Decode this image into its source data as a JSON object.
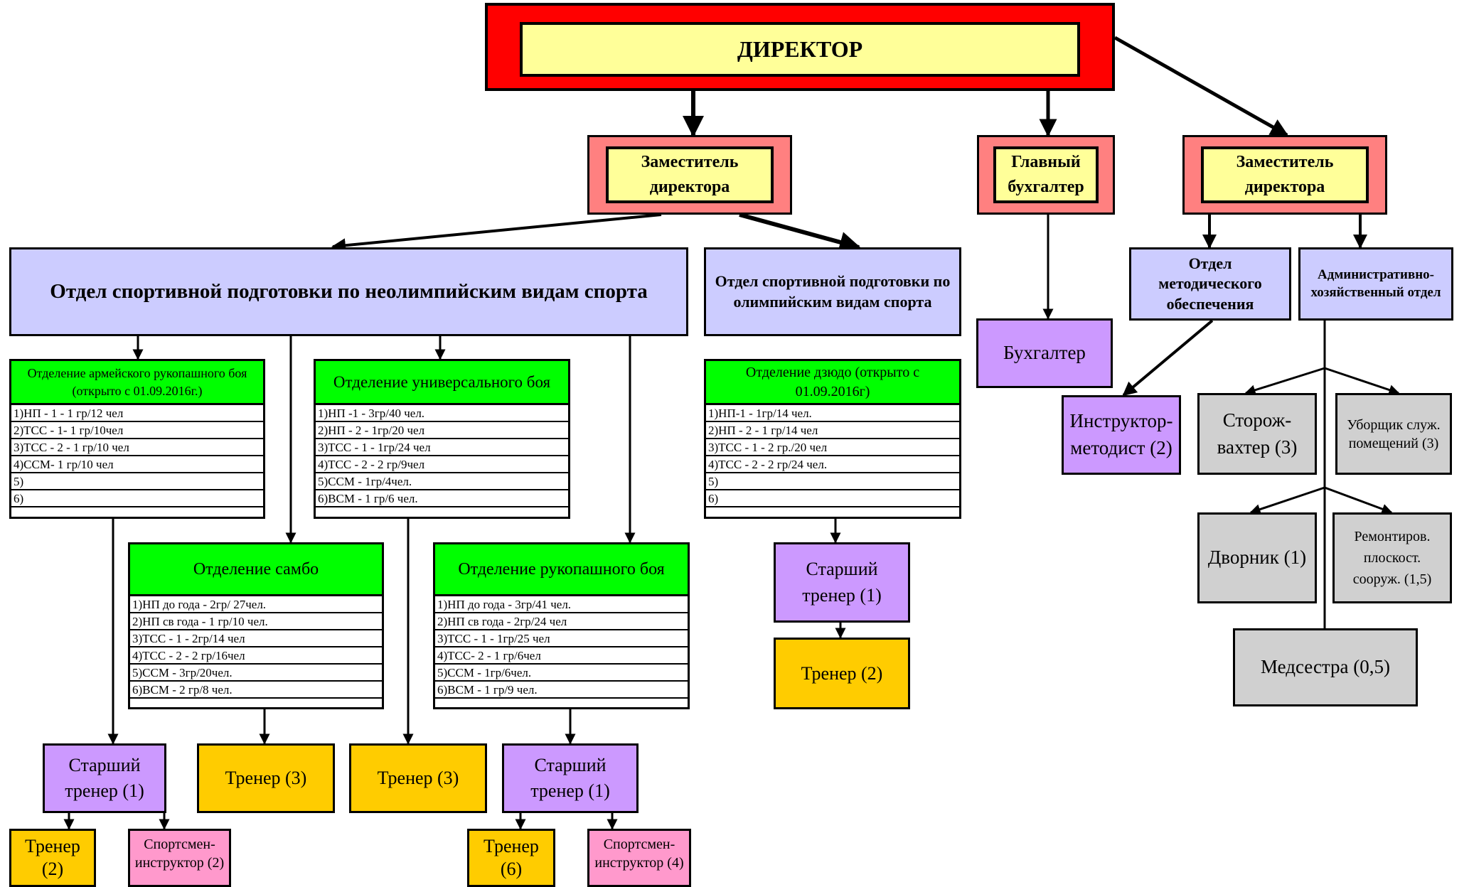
{
  "director": "ДИРЕКТОР",
  "deputy_left": "Заместитель директора",
  "chief_accountant": "Главный бухгалтер",
  "deputy_right": "Заместитель директора",
  "dept_nonolympic": "Отдел спортивной подготовки по неолимпийским видам спорта",
  "dept_olympic": "Отдел спортивной подготовки по олимпийским видам спорта",
  "accountant": "Бухгалтер",
  "dept_methodical": "Отдел методического обеспечения",
  "dept_admin": "Административно-хозяйственный отдел",
  "instructor_methodist": "Инструктор-методист (2)",
  "watchman": "Сторож-вахтер (3)",
  "cleaner": "Уборщик служ. помещений (3)",
  "janitor": "Дворник (1)",
  "repairer": "Ремонтиров. плоскост. сооруж. (1,5)",
  "nurse": "Медсестра (0,5)",
  "sections": {
    "army": {
      "title": "Отделение армейского рукопашного боя (открыто с 01.09.2016г.)",
      "rows": [
        "1)НП - 1 - 1 гр/12 чел",
        "2)ТСС - 1- 1 гр/10чел",
        "3)ТСС - 2 - 1 гр/10 чел",
        "4)ССМ- 1 гр/10 чел",
        "5)",
        "6)"
      ]
    },
    "universal": {
      "title": "Отделение универсального боя",
      "rows": [
        "1)НП -1 - 3гр/40 чел.",
        "2)НП - 2 - 1гр/20 чел",
        "3)ТСС - 1 - 1гр/24 чел",
        "4)ТСС - 2 - 2 гр/9чел",
        "5)ССМ - 1гр/4чел.",
        "6)ВСМ - 1 гр/6 чел."
      ]
    },
    "judo": {
      "title": "Отделение дзюдо (открыто с 01.09.2016г)",
      "rows": [
        "1)НП-1 - 1гр/14 чел.",
        "2)НП - 2 - 1 гр/14 чел",
        "3)ТСС - 1 - 2 гр./20 чел",
        "4)ТСС - 2 - 2 гр/24 чел.",
        "5)",
        "6)"
      ]
    },
    "sambo": {
      "title": "Отделение самбо",
      "rows": [
        "1)НП до года - 2гр/ 27чел.",
        "2)НП св года - 1 гр/10 чел.",
        "3)ТСС - 1 - 2гр/14 чел",
        "4)ТСС - 2 - 2 гр/16чел",
        "5)ССМ - 3гр/20чел.",
        "6)ВСМ - 2 гр/8 чел."
      ]
    },
    "hand_to_hand": {
      "title": "Отделение рукопашного боя",
      "rows": [
        "1)НП до года - 3гр/41 чел.",
        "2)НП св года - 2гр/24 чел",
        "3)ТСС - 1 - 1гр/25 чел",
        "4)ТСС- 2 - 1 гр/6чел",
        "5)ССМ - 1гр/6чел.",
        "6)ВСМ - 1 гр/9 чел."
      ]
    }
  },
  "staff": {
    "senior_trainer_army": "Старший тренер (1)",
    "trainer_sambo": "Тренер (3)",
    "trainer_universal": "Тренер (3)",
    "senior_trainer_hand": "Старший тренер (1)",
    "trainer_army": "Тренер (2)",
    "athlete_instructor_army": "Спортсмен-инструктор (2)",
    "trainer_hand": "Тренер (6)",
    "athlete_instructor_hand": "Спортсмен-инструктор (4)",
    "senior_trainer_judo": "Старший тренер (1)",
    "trainer_judo": "Тренер (2)"
  },
  "colors": {
    "director_frame": "#ff0000",
    "title_fill": "#ffff99",
    "deputy_frame": "#ff8080",
    "department": "#ccccff",
    "section_header": "#00ff00",
    "senior_staff": "#cc99ff",
    "trainer": "#ffcc00",
    "athlete_instructor": "#ff99cc",
    "service_staff": "#d0d0d0"
  }
}
